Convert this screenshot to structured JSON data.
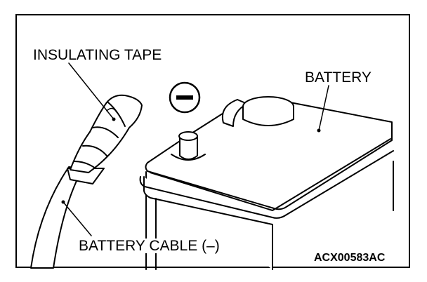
{
  "labels": {
    "insulating_tape": "INSULATING TAPE",
    "battery": "BATTERY",
    "battery_cable": "BATTERY CABLE (–)",
    "figure_code": "ACX00583AC",
    "negative_symbol": "–"
  },
  "colors": {
    "ink": "#000000",
    "paper": "#ffffff"
  }
}
